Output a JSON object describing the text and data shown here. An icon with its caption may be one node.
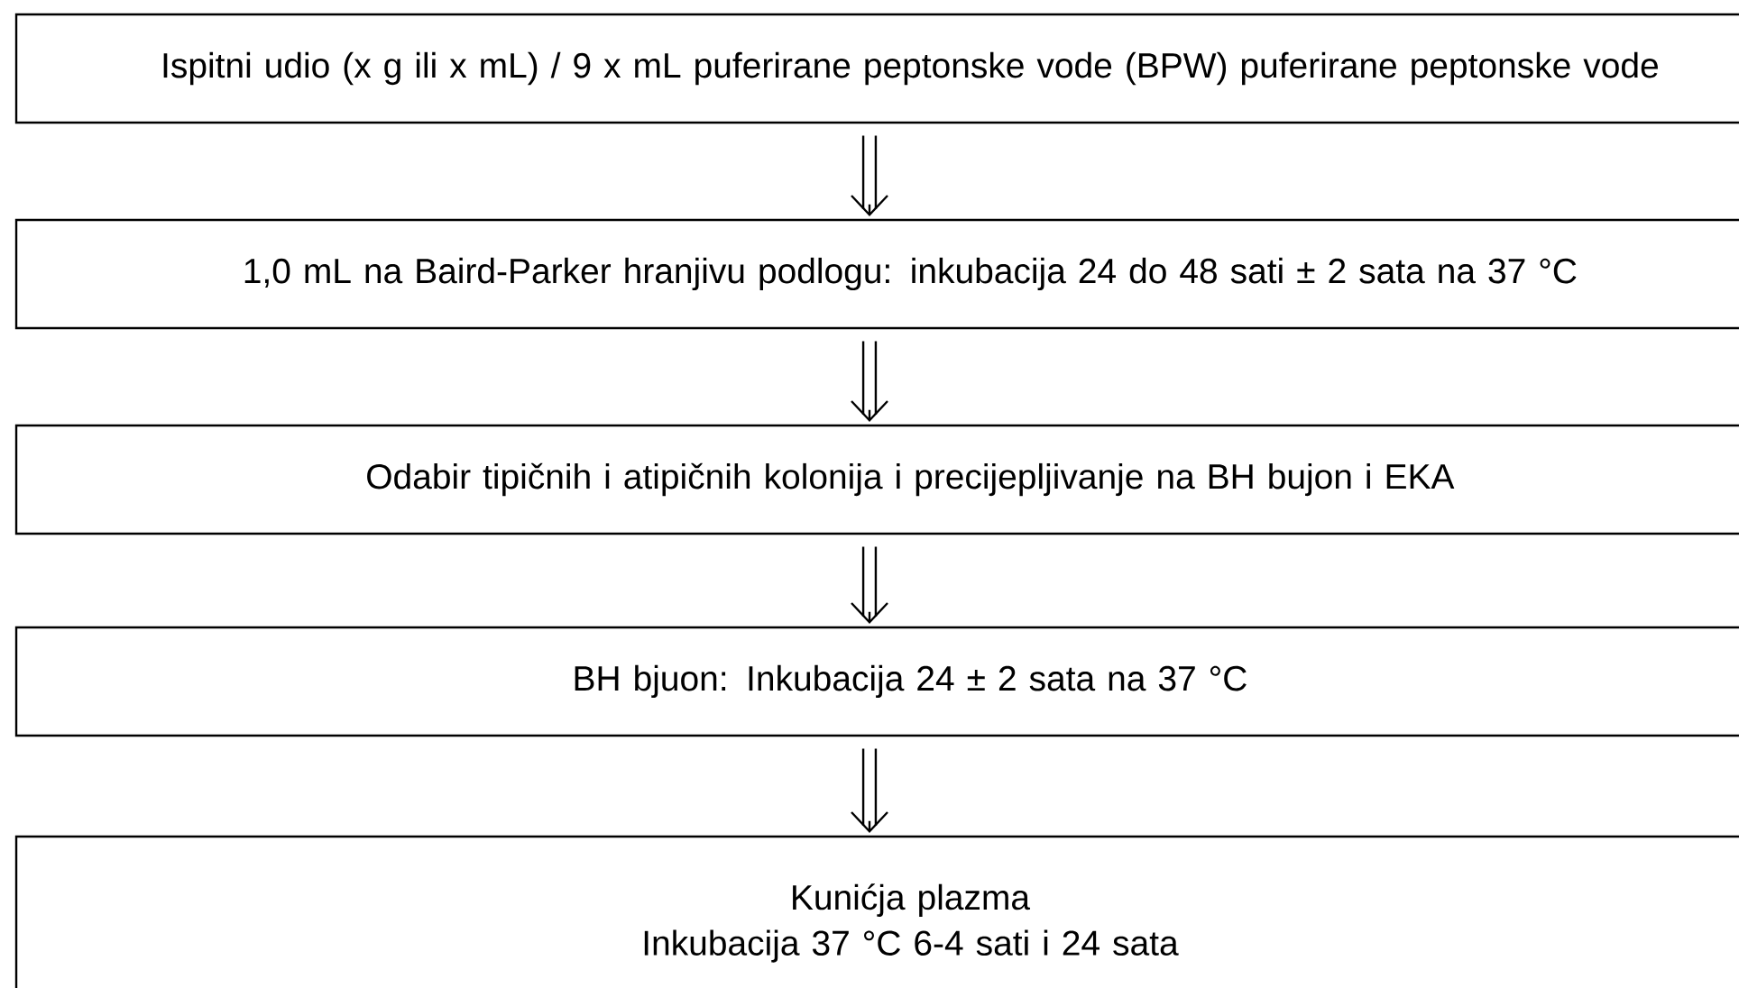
{
  "diagram": {
    "nodes": [
      {
        "text": [
          "Ispitni udio (x g ili x mL) / 9 x mL puferirane peptonske vode (BPW) puferirane peptonske vode"
        ]
      },
      {
        "text": [
          "1,0 mL na Baird-Parker hranjivu podlogu: inkubacija 24 do 48 sati ± 2 sata na 37 °C"
        ]
      },
      {
        "text": [
          "Odabir tipičnih i atipičnih kolonija i precijepljivanje na BH bujon i EKA"
        ]
      },
      {
        "text": [
          "BH bjuon: Inkubacija 24 ± 2 sata na 37 °C"
        ]
      },
      {
        "text": [
          "Kunićja plazma",
          "Inkubacija 37 °C 6-4 sati i 24 sata"
        ]
      }
    ],
    "edges": [
      {
        "from": 0,
        "to": 1,
        "arrow": "to"
      },
      {
        "from": 1,
        "to": 2,
        "arrow": "to"
      },
      {
        "from": 2,
        "to": 3,
        "arrow": "to"
      },
      {
        "from": 3,
        "to": 4,
        "arrow": "to"
      }
    ]
  }
}
